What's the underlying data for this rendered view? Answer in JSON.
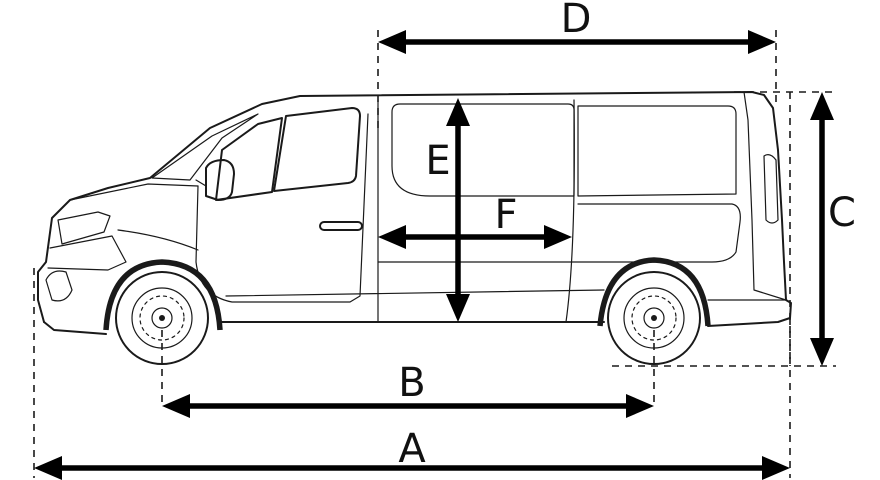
{
  "labels": {
    "overall_length": "A",
    "wheelbase": "B",
    "height": "C",
    "load_length": "D",
    "load_height": "E",
    "load_width": "F"
  },
  "colors": {
    "line": "#1a1a1a",
    "arrow": "#000000",
    "background": "#ffffff"
  }
}
